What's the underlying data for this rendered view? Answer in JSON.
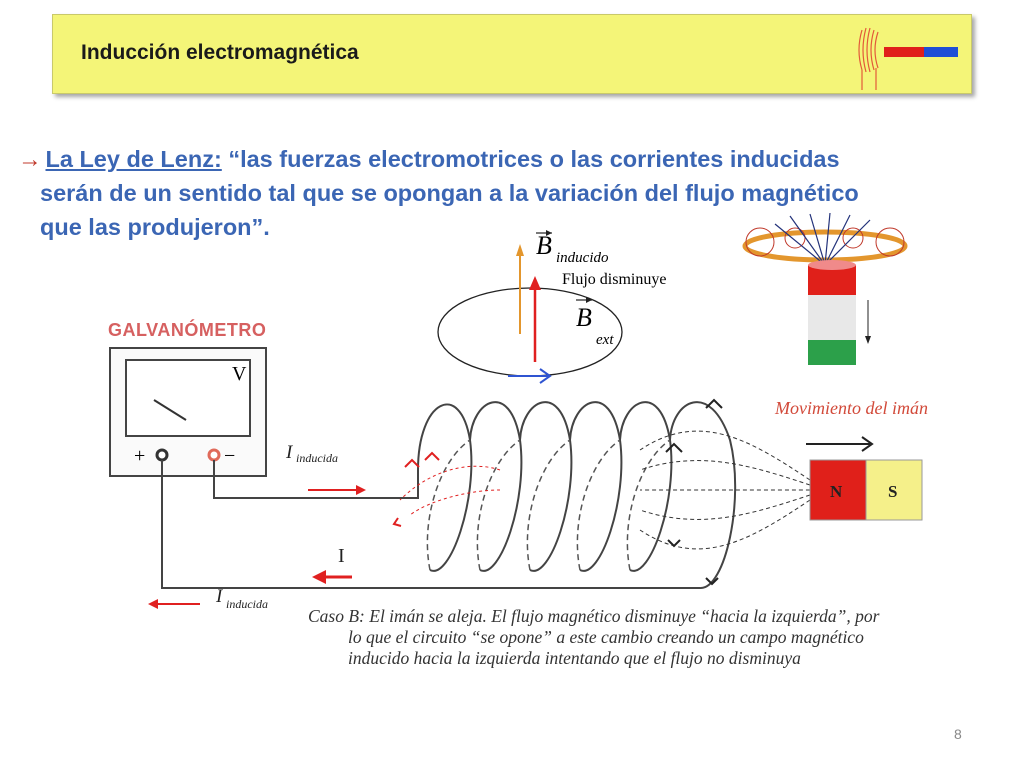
{
  "slide": {
    "title": "Inducción electromagnética",
    "page_number": "8"
  },
  "lenz": {
    "arrow": "→",
    "law_name": "La Ley de Lenz:",
    "quote_line1": "“las fuerzas electromotrices o las corrientes inducidas",
    "quote_line2": "serán de un sentido tal que se opongan a la variación del flujo magnético",
    "quote_line3": "que las produjeron”."
  },
  "flux_diagram": {
    "b_induced": "B",
    "b_induced_sub": "inducido",
    "flux_label": "Flujo disminuye",
    "b_ext": "B",
    "b_ext_sub": "ext"
  },
  "circuit": {
    "galvanometer_label": "GALVANÓMETRO",
    "meter_letter": "V",
    "plus": "+",
    "minus": "−",
    "i_induced_1": "I",
    "i_induced_1_sub": "inducida",
    "i_label": "I",
    "i_induced_2": "I",
    "i_induced_2_sub": "inducida",
    "motion_label": "Movimiento del imán",
    "magnet_n": "N",
    "magnet_s": "S"
  },
  "caso_b": {
    "line1": "Caso B: El imán se aleja. El flujo magnético disminuye “hacia la izquierda”,  por",
    "line2": "lo que el circuito  “se opone” a este cambio creando un campo magnético",
    "line3": "inducido hacia la izquierda intentando que el flujo no disminuya"
  },
  "colors": {
    "banner": "#f4f578",
    "law_text": "#3b66b4",
    "arrows_red": "#e02020",
    "magnet_n": "#e0201a",
    "magnet_s": "#f5f08a"
  }
}
